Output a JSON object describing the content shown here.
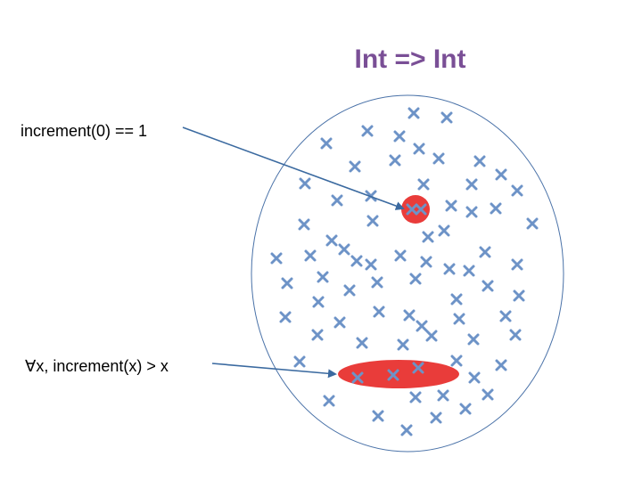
{
  "title": "Int => Int",
  "annotations": [
    {
      "text": "increment(0) == 1"
    },
    {
      "text": "∀x, increment(x) > x"
    }
  ],
  "colors": {
    "title": "#7a4f96",
    "set_outline": "#4a72a8",
    "cross_marker": "#6d93c7",
    "highlight": "#e8322f",
    "arrow": "#3b6aa0"
  },
  "icons": {
    "element_marker": "cross-icon",
    "arrow_head": "arrowhead-icon"
  }
}
